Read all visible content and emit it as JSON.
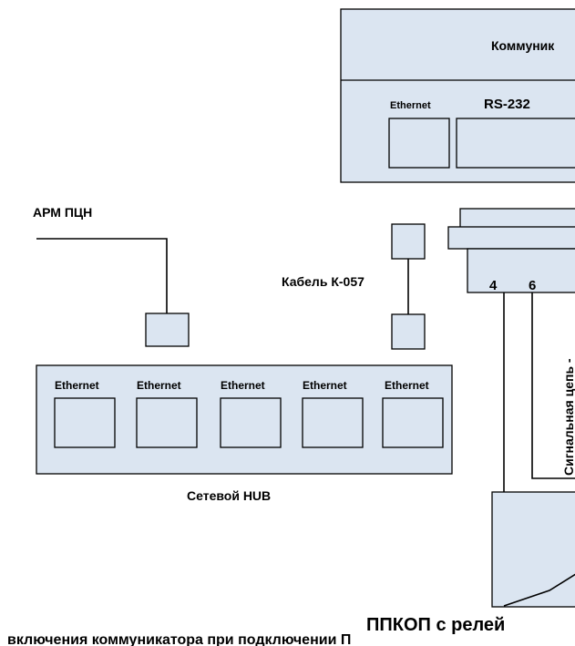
{
  "communicator": {
    "title": "Коммуник",
    "port_ethernet": "Ethernet",
    "port_rs232": "RS-232"
  },
  "arm_label": "АРМ ПЦН",
  "cable_label": "Кабель К-057",
  "connector_pins": {
    "pin_a": "4",
    "pin_b": "6"
  },
  "signal_label": "Сигнальная цепь -",
  "hub": {
    "ports": [
      "Ethernet",
      "Ethernet",
      "Ethernet",
      "Ethernet",
      "Ethernet"
    ],
    "label": "Сетевой HUB"
  },
  "ppkop_label": "ППКОП с релей",
  "caption": "включения коммуникатора при подключении П",
  "colors": {
    "box_fill": "#dbe5f1",
    "line": "#000000"
  }
}
